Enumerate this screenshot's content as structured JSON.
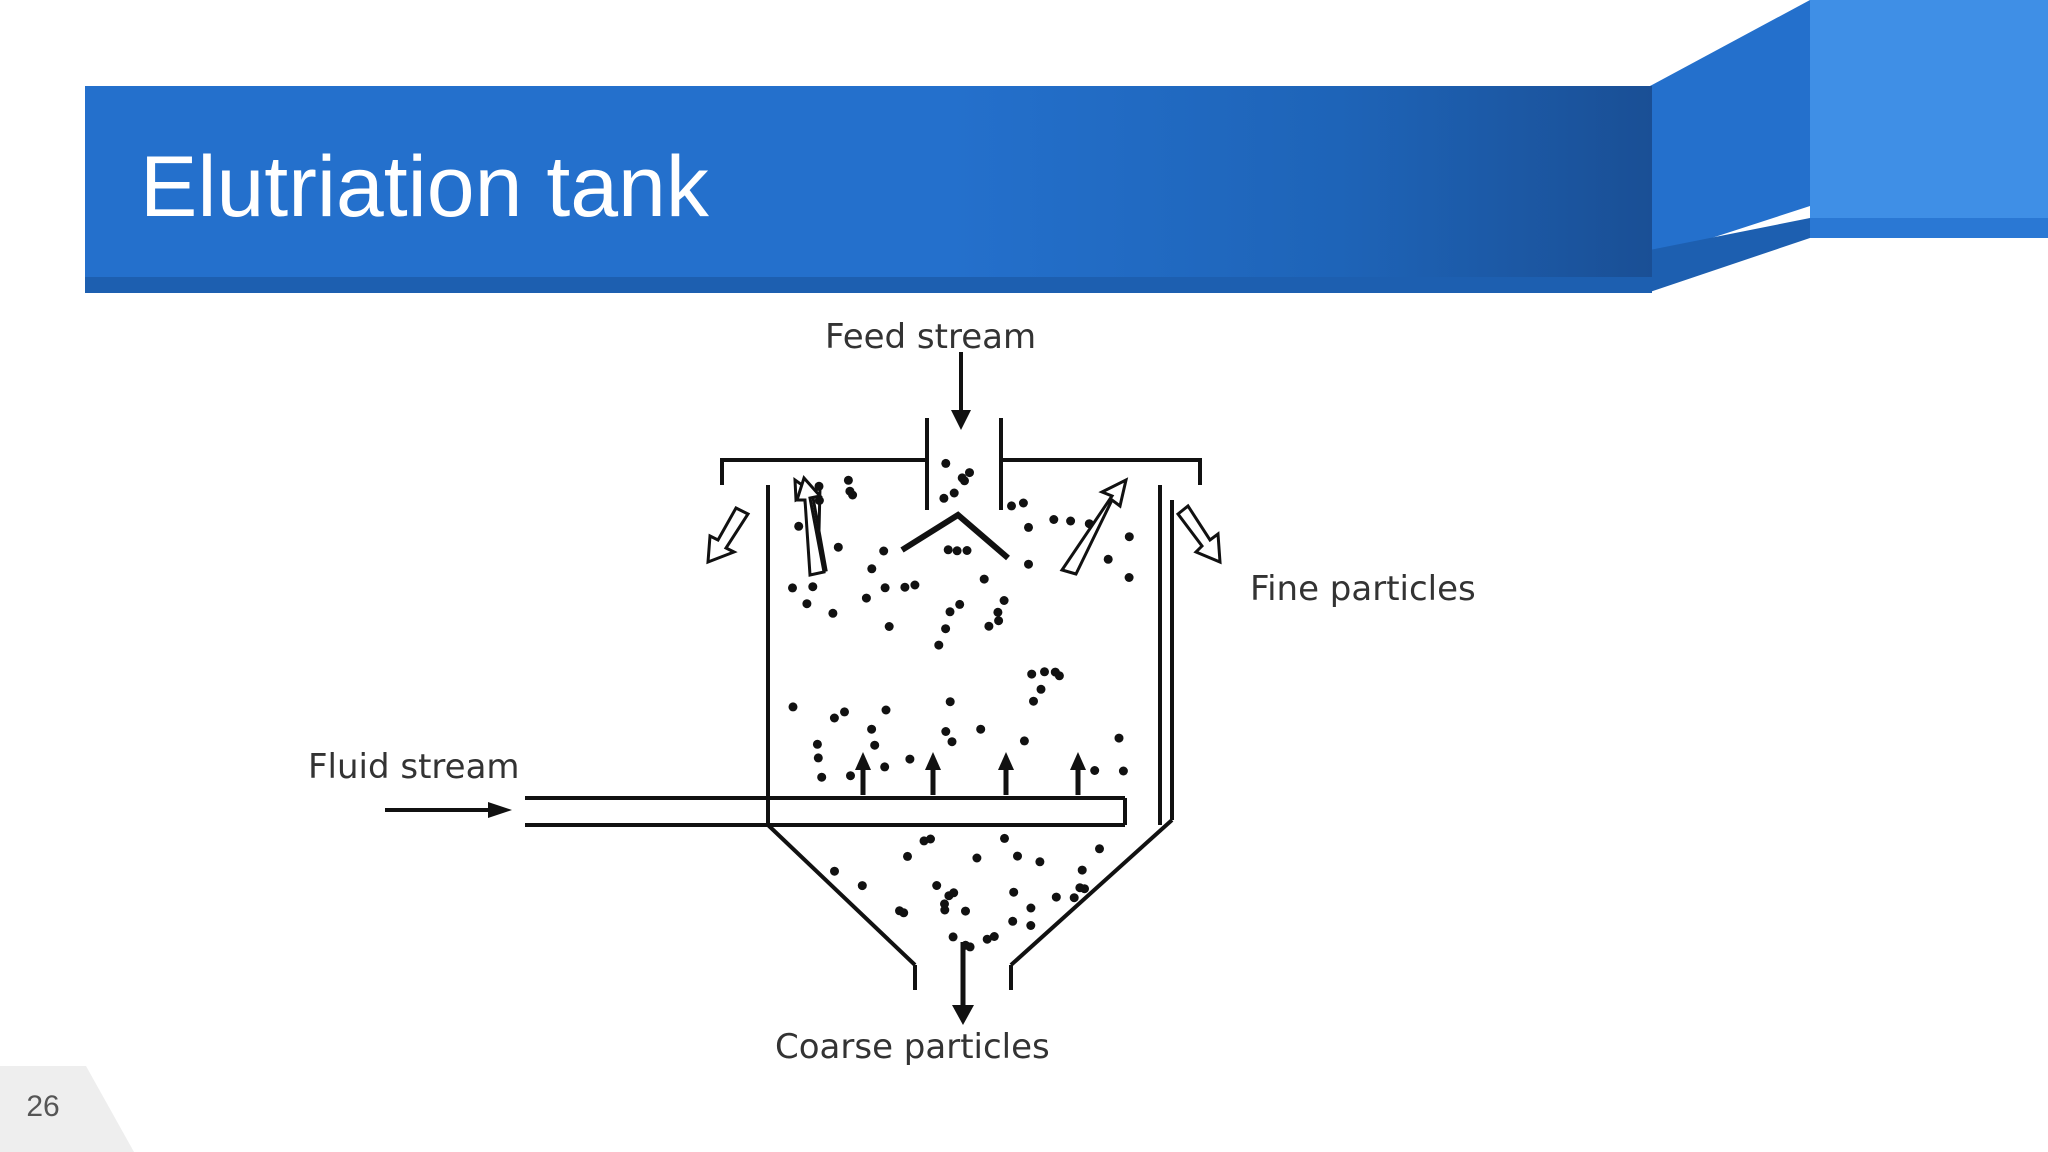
{
  "slide": {
    "title": "Elutriation tank",
    "page_number": "26"
  },
  "diagram": {
    "labels": {
      "feed": "Feed stream",
      "fine": "Fine particles",
      "fluid": "Fluid stream",
      "coarse": "Coarse particles"
    }
  },
  "colors": {
    "title_bar": "#2470cc",
    "title_bar_dark": "#1a4f95",
    "accent_light": "#3f8fe6",
    "title_text": "#ffffff",
    "diagram_ink": "#111111"
  }
}
